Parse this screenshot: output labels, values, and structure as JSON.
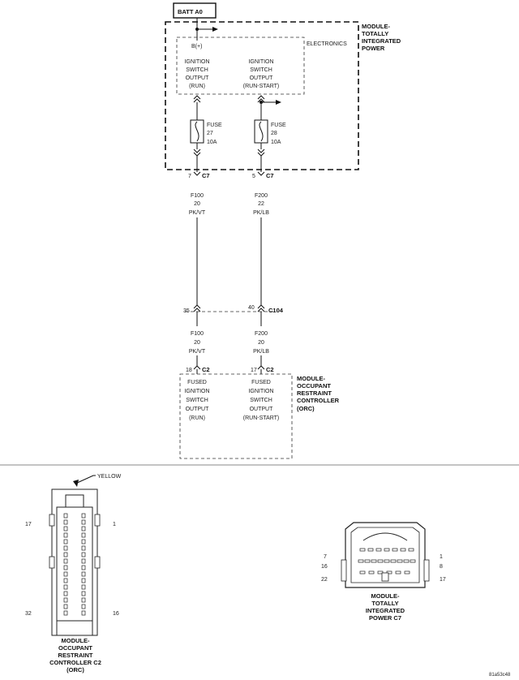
{
  "batt_label": "BATT A0",
  "tipm": {
    "title_lines": [
      "MODULE-",
      "TOTALLY",
      "INTEGRATED",
      "POWER"
    ],
    "electronics_label": "ELECTRONICS",
    "bplus_label": "B(+)",
    "run_output_lines": [
      "IGNITION",
      "SWITCH",
      "OUTPUT",
      "(RUN)"
    ],
    "runstart_output_lines": [
      "IGNITION",
      "SWITCH",
      "OUTPUT",
      "(RUN-START)"
    ],
    "fuse_left_lines": [
      "FUSE",
      "27",
      "10A"
    ],
    "fuse_right_lines": [
      "FUSE",
      "28",
      "10A"
    ]
  },
  "c7_left_pin": "7",
  "c7_right_pin": "5",
  "c7_label": "C7",
  "wire_left_top_lines": [
    "F100",
    "20",
    "PK/VT"
  ],
  "wire_right_top_lines": [
    "F200",
    "22",
    "PK/LB"
  ],
  "c104_left_pin": "35",
  "c104_right_pin": "40",
  "c104_label": "C104",
  "wire_left_bottom_lines": [
    "F100",
    "20",
    "PK/VT"
  ],
  "wire_right_bottom_lines": [
    "F200",
    "20",
    "PK/LB"
  ],
  "c2_left_pin": "18",
  "c2_right_pin": "17",
  "c2_label": "C2",
  "orc": {
    "title_lines": [
      "MODULE-",
      "OCCUPANT",
      "RESTRAINT",
      "CONTROLLER",
      "(ORC)"
    ],
    "run_output_lines": [
      "FUSED",
      "IGNITION",
      "SWITCH",
      "OUTPUT",
      "(RUN)"
    ],
    "runstart_output_lines": [
      "FUSED",
      "IGNITION",
      "SWITCH",
      "OUTPUT",
      "(RUN-START)"
    ]
  },
  "connector_c2": {
    "color_label": "YELLOW",
    "pin_top_left": "17",
    "pin_top_right": "1",
    "pin_bottom_left": "32",
    "pin_bottom_right": "16",
    "caption_lines": [
      "MODULE-",
      "OCCUPANT",
      "RESTRAINT",
      "CONTROLLER C2",
      "(ORC)"
    ]
  },
  "connector_c7": {
    "pin_a_left": "7",
    "pin_a_right": "1",
    "pin_b_left": "16",
    "pin_b_right": "8",
    "pin_c_left": "22",
    "pin_c_right": "17",
    "caption_lines": [
      "MODULE-",
      "TOTALLY",
      "INTEGRATED",
      "POWER C7"
    ]
  },
  "figure_id": "81a53c48"
}
